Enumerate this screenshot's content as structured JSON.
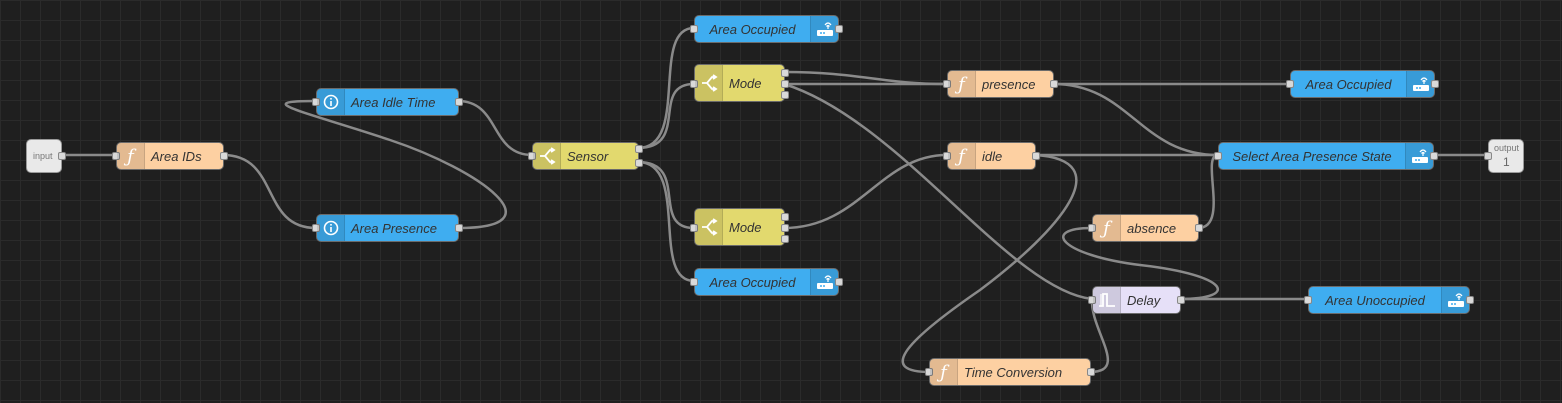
{
  "nodes": {
    "input": {
      "label": "input"
    },
    "area_ids": {
      "label": "Area IDs",
      "icon": "function-icon"
    },
    "area_idle_time": {
      "label": "Area Idle Time",
      "icon": "info-icon"
    },
    "area_presence": {
      "label": "Area Presence",
      "icon": "info-icon"
    },
    "sensor": {
      "label": "Sensor",
      "icon": "switch-icon"
    },
    "area_occupied_top": {
      "label": "Area Occupied",
      "icon": "router-icon"
    },
    "mode_top": {
      "label": "Mode",
      "icon": "switch-icon"
    },
    "mode_bottom": {
      "label": "Mode",
      "icon": "switch-icon"
    },
    "area_occupied_bottom": {
      "label": "Area Occupied",
      "icon": "router-icon"
    },
    "presence": {
      "label": "presence",
      "icon": "function-icon"
    },
    "idle": {
      "label": "idle",
      "icon": "function-icon"
    },
    "absence": {
      "label": "absence",
      "icon": "function-icon"
    },
    "delay": {
      "label": "Delay",
      "icon": "delay-icon"
    },
    "time_conversion": {
      "label": "Time Conversion",
      "icon": "function-icon"
    },
    "area_occupied_right": {
      "label": "Area Occupied",
      "icon": "router-icon"
    },
    "select_area_presence_state": {
      "label": "Select Area Presence State",
      "icon": "router-icon"
    },
    "area_unoccupied": {
      "label": "Area Unoccupied",
      "icon": "router-icon"
    },
    "output": {
      "label": "output",
      "number": "1"
    }
  },
  "colors": {
    "function": "#fdd0a2",
    "switch": "#e2d96e",
    "api": "#3fadf0",
    "delay": "#e6e0f8",
    "wire": "#8a8a8a",
    "background": "#1f1f1f"
  }
}
